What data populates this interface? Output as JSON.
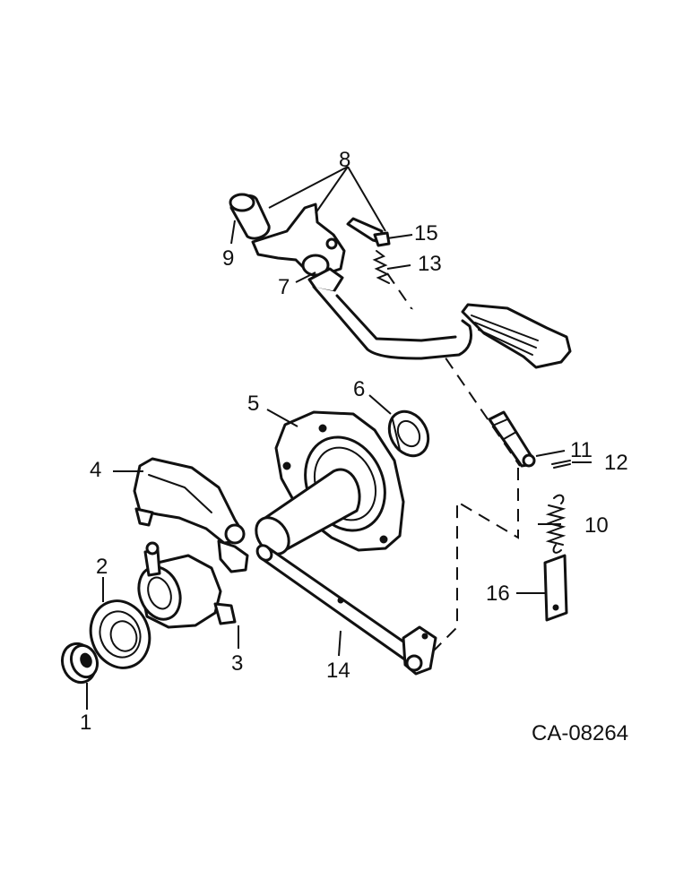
{
  "diagram": {
    "reference_code": "CA-08264",
    "callouts": [
      "1",
      "2",
      "3",
      "4",
      "5",
      "6",
      "7",
      "8",
      "9",
      "10",
      "11",
      "12",
      "13",
      "14",
      "15",
      "16"
    ]
  }
}
